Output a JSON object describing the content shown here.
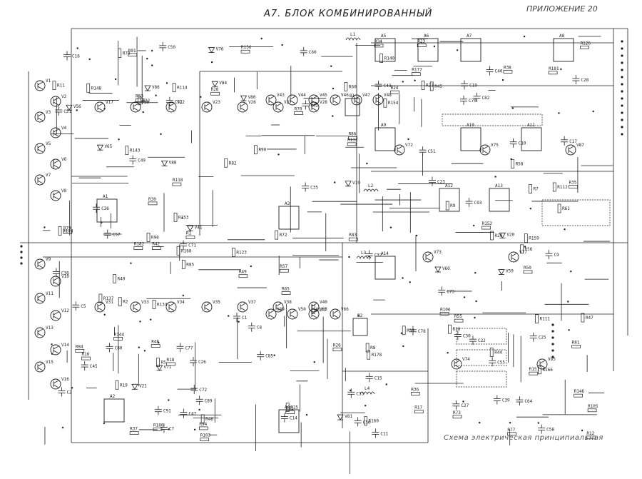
{
  "header": {
    "title": "А7. БЛОК КОМБИНИРОВАННЫЙ",
    "appendix": "ПРИЛОЖЕНИЕ 20"
  },
  "footer": {
    "caption": "Схема электрическая принципиальная"
  },
  "components": {
    "ics": [
      "А1",
      "А2",
      "А3",
      "А4",
      "А5",
      "А6",
      "А7",
      "А8",
      "А9",
      "А10",
      "А11",
      "А12",
      "А13",
      "А14"
    ],
    "transistors": [
      "V1",
      "V2",
      "V3",
      "V4",
      "V5",
      "V6",
      "V7",
      "V8",
      "V9",
      "V10",
      "V11",
      "V12",
      "V13",
      "V14",
      "V15",
      "V16",
      "V17",
      "V18",
      "V22",
      "V23",
      "V26",
      "V27",
      "V28",
      "V31",
      "V33",
      "V34",
      "V35",
      "V37",
      "V38",
      "V40",
      "V43",
      "V44",
      "V45",
      "V46",
      "V47",
      "V48",
      "V49",
      "V50",
      "V63",
      "V66",
      "V72",
      "V73",
      "V74",
      "V75",
      "V77",
      "V85",
      "V87"
    ],
    "resistors": [
      "R1",
      "R2",
      "R5",
      "R7",
      "R8",
      "R9",
      "R10",
      "R11",
      "R12",
      "R16",
      "R17",
      "R18",
      "R19",
      "R20",
      "R21",
      "R22",
      "R23",
      "R24",
      "R25",
      "R26",
      "R28",
      "R30",
      "R34",
      "R35",
      "R36",
      "R37",
      "R38",
      "R40",
      "R41",
      "R42",
      "R44",
      "R45",
      "R46",
      "R47",
      "R48",
      "R49",
      "R50",
      "R53",
      "R54",
      "R55",
      "R56",
      "R57",
      "R58",
      "R60",
      "R61",
      "R65",
      "R70",
      "R72",
      "R73",
      "R77",
      "R78",
      "R79",
      "R81",
      "R82",
      "R83",
      "R84",
      "R85",
      "R86",
      "R90",
      "R91",
      "R94",
      "R96",
      "R103",
      "R105",
      "R106",
      "R111",
      "R112",
      "R114",
      "R118",
      "R123",
      "R126",
      "R132",
      "R133",
      "R134",
      "R137",
      "R140",
      "R143",
      "R144",
      "R146",
      "R148",
      "R151",
      "R152",
      "R153",
      "R154",
      "R156",
      "R159",
      "R160",
      "R166",
      "R168",
      "R170",
      "R177",
      "R178",
      "R180",
      "R181",
      "R182"
    ],
    "capacitors": [
      "C1",
      "C2",
      "C5",
      "C7",
      "C8",
      "C9",
      "C10",
      "C11",
      "C14",
      "C15",
      "C16",
      "C17",
      "C19",
      "C21",
      "C22",
      "C23",
      "C25",
      "C26",
      "C27",
      "C28",
      "C30",
      "C31",
      "C32",
      "C33",
      "C35",
      "C36",
      "C38",
      "C39",
      "C40",
      "C42",
      "C43",
      "C45",
      "C47",
      "C49",
      "C50",
      "C51",
      "C55",
      "C56",
      "C57",
      "C58",
      "C60",
      "C64",
      "C70",
      "C71",
      "C72",
      "C73",
      "C77",
      "C78",
      "C80",
      "C82",
      "C85",
      "C89",
      "C91",
      "C93"
    ],
    "diodes": [
      "V19",
      "V20",
      "V21",
      "V41",
      "V56",
      "V59",
      "V60",
      "V65",
      "V71",
      "V76",
      "V80",
      "V81",
      "V84",
      "V86",
      "V88"
    ],
    "inductors": [
      "L1",
      "L2",
      "L3",
      "L4"
    ],
    "relays": [
      "B1",
      "B2"
    ]
  }
}
